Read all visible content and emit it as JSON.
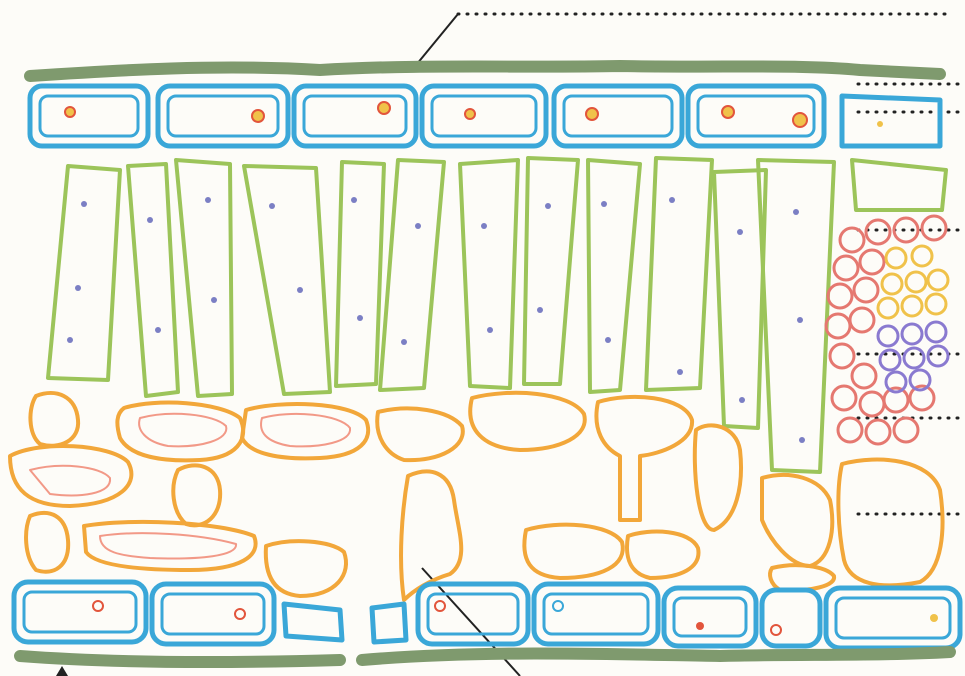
{
  "diagram": {
    "type": "leaf cross-section (hand-drawn, colored pencil)",
    "labels_visible": false,
    "colors": {
      "cuticle": "#7f9a6e",
      "epidermis_outline": "#3aa7d8",
      "nucleus_fill": "#f0c24a",
      "nucleus_ring": "#e2553c",
      "palisade_outline": "#9cc45a",
      "chloroplast": "#7b7fc4",
      "spongy_outline": "#f2a73a",
      "spongy_inner": "#ef7f6a",
      "xylem": "#e57870",
      "phloem_yellow": "#f0c24a",
      "phloem_purple": "#8a7ad0",
      "leader_dots": "#222222"
    },
    "parts": [
      "upper-cuticle",
      "upper-epidermis",
      "palisade-mesophyll",
      "spongy-mesophyll",
      "vascular-bundle",
      "lower-epidermis",
      "stoma",
      "lower-cuticle"
    ]
  }
}
